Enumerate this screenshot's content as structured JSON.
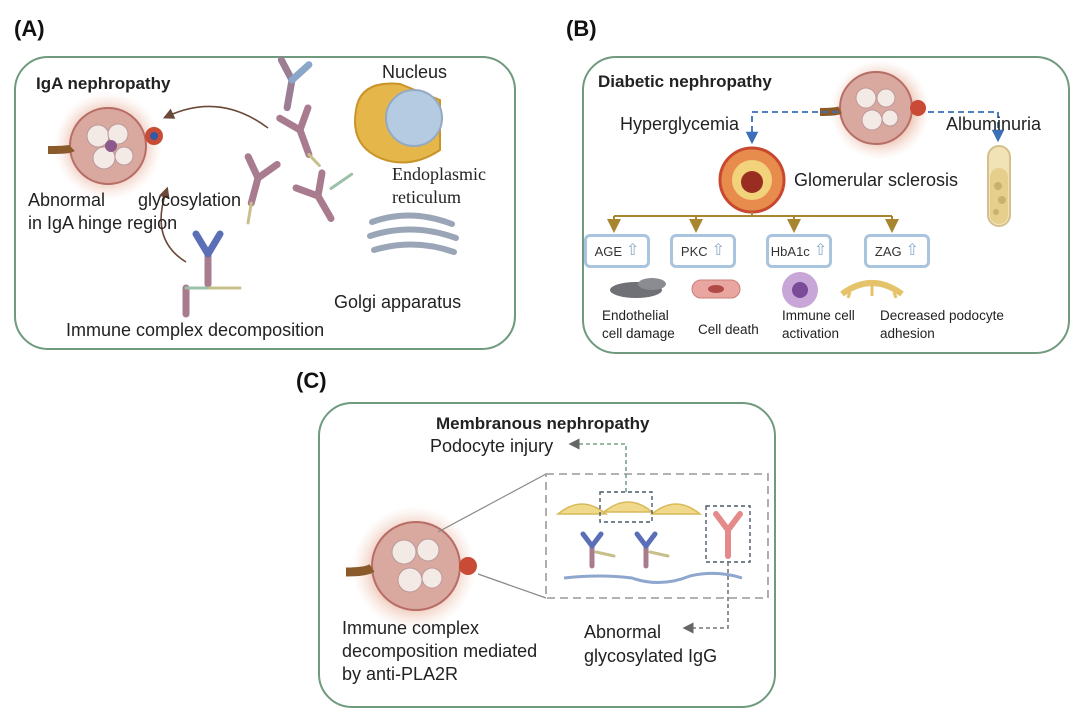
{
  "panel_a": {
    "label": "(A)",
    "title": "IgA nephropathy",
    "nucleus": "Nucleus",
    "abnormal": "Abnormal",
    "glycosylation": "glycosylation",
    "hinge": "in IgA hinge region",
    "er_line1": "Endoplasmic",
    "er_line2": "reticulum",
    "golgi": "Golgi apparatus",
    "immune_complex": "Immune complex decomposition"
  },
  "panel_b": {
    "label": "(B)",
    "title": "Diabetic nephropathy",
    "hyperglycemia": "Hyperglycemia",
    "albuminuria": "Albuminuria",
    "sclerosis": "Glomerular sclerosis",
    "markers": [
      {
        "label": "AGE"
      },
      {
        "label": "PKC"
      },
      {
        "label": "HbA1c"
      },
      {
        "label": "ZAG"
      }
    ],
    "effects": {
      "endothelial_1": "Endothelial",
      "endothelial_2": "cell damage",
      "cell_death": "Cell death",
      "immune_1": "Immune cell",
      "immune_2": "activation",
      "podocyte_1": "Decreased podocyte",
      "podocyte_2": "adhesion"
    }
  },
  "panel_c": {
    "label": "(C)",
    "title": "Membranous nephropathy",
    "podocyte_injury": "Podocyte injury",
    "complex_1": "Immune complex",
    "complex_2": "decomposition mediated",
    "complex_3": "by anti-PLA2R",
    "igg_1": "Abnormal",
    "igg_2": "glycosylated IgG"
  },
  "colors": {
    "panel_border": "#6f9a7e",
    "kidney_outer": "#c0706a",
    "kidney_inner": "#f3dcd0",
    "arrow_brown": "#a8862f",
    "arrow_blue": "#3b6fb8",
    "marker_border": "#a9c4df",
    "dash_green": "#7aa086"
  }
}
